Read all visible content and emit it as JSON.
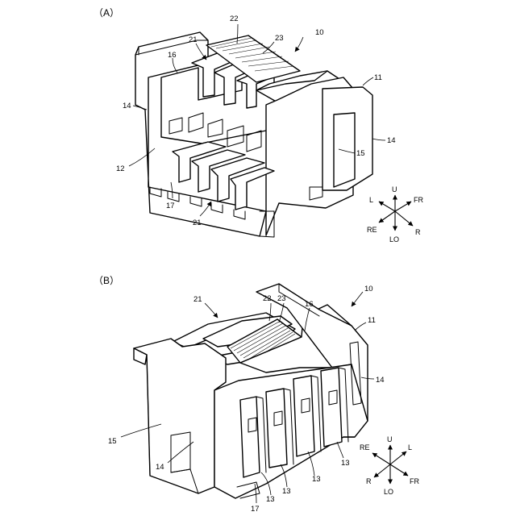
{
  "panels": [
    {
      "caption": "（A）",
      "labels": {
        "n10": "10",
        "n11": "11",
        "n12": "12",
        "n14a": "14",
        "n14b": "14",
        "n15": "15",
        "n16": "16",
        "n17": "17",
        "n21a": "21",
        "n21b": "21",
        "n22": "22",
        "n23": "23"
      },
      "compass": {
        "U": "U",
        "LO": "LO",
        "FR": "FR",
        "RE": "RE",
        "L": "L",
        "R": "R"
      }
    },
    {
      "caption": "（B）",
      "labels": {
        "n10": "10",
        "n11": "11",
        "n13a": "13",
        "n13b": "13",
        "n13c": "13",
        "n13d": "13",
        "n14a": "14",
        "n14b": "14",
        "n15": "15",
        "n16": "16",
        "n17": "17",
        "n21": "21",
        "n22": "22",
        "n23": "23"
      },
      "compass": {
        "U": "U",
        "LO": "LO",
        "FR": "FR",
        "RE": "RE",
        "L": "L",
        "R": "R"
      }
    }
  ]
}
